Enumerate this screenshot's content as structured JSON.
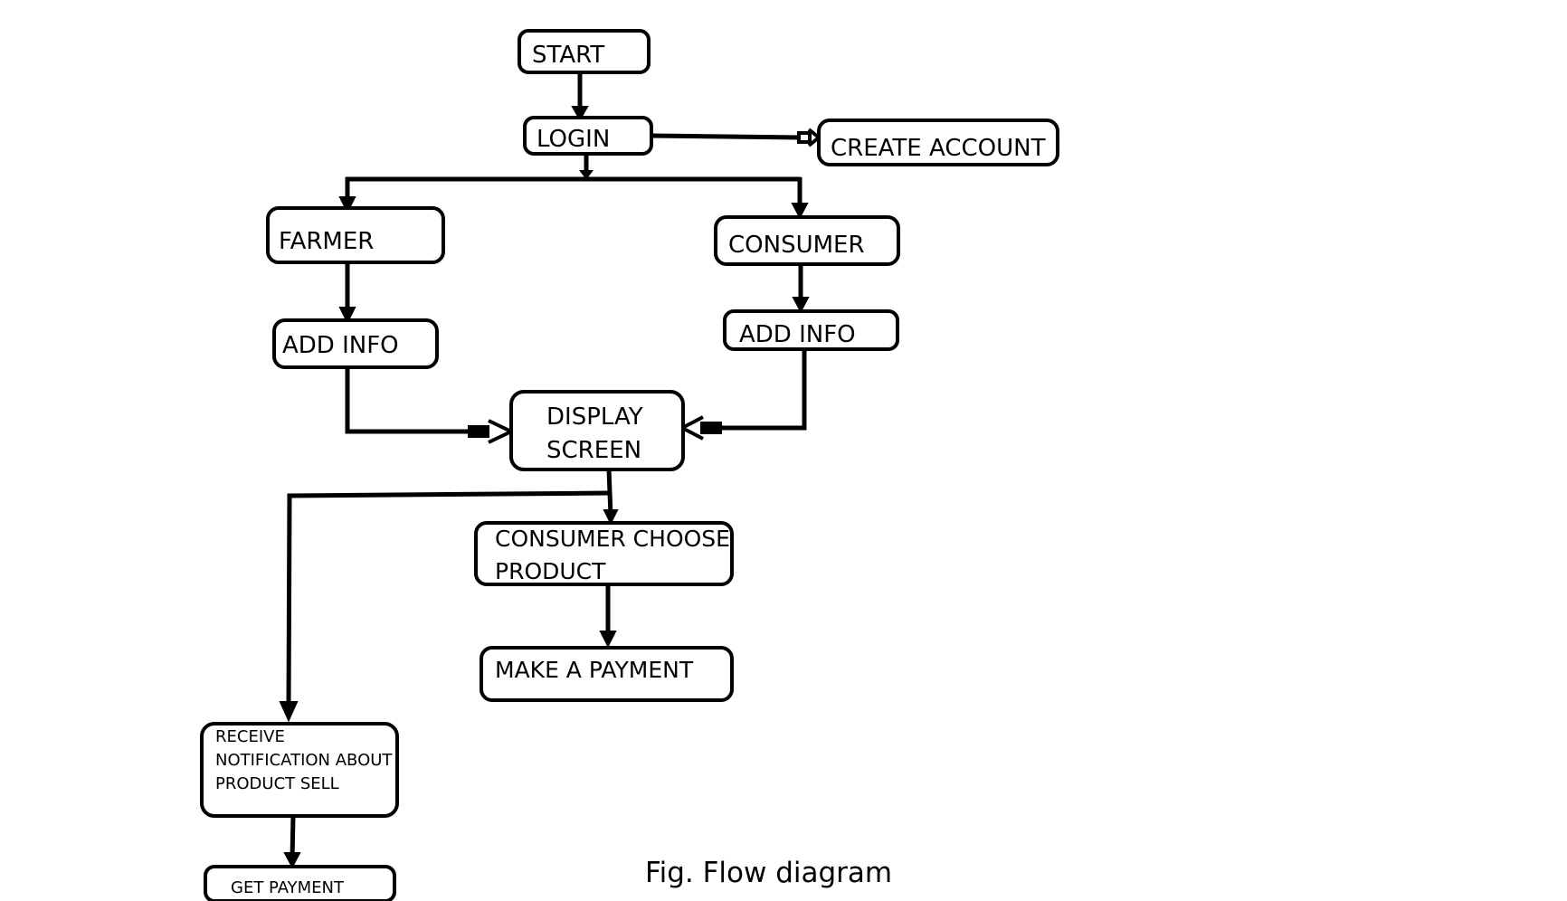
{
  "diagram": {
    "nodes": {
      "start": {
        "lines": [
          "START"
        ]
      },
      "login": {
        "lines": [
          "LOGIN"
        ]
      },
      "create_account": {
        "lines": [
          "CREATE ACCOUNT"
        ]
      },
      "farmer": {
        "lines": [
          "FARMER"
        ]
      },
      "consumer": {
        "lines": [
          "CONSUMER"
        ]
      },
      "farmer_add_info": {
        "lines": [
          "ADD INFO"
        ]
      },
      "consumer_add_info": {
        "lines": [
          "ADD INFO"
        ]
      },
      "display_screen": {
        "lines": [
          "DISPLAY",
          "SCREEN"
        ]
      },
      "consumer_choose_product": {
        "lines": [
          "CONSUMER CHOOSE",
          "PRODUCT"
        ]
      },
      "make_payment": {
        "lines": [
          "MAKE A PAYMENT"
        ]
      },
      "receive_notification": {
        "lines": [
          "RECEIVE",
          "NOTIFICATION ABOUT",
          "PRODUCT SELL"
        ]
      },
      "get_payment": {
        "lines": [
          "GET PAYMENT"
        ]
      }
    },
    "edges": [
      {
        "from": "start",
        "to": "login"
      },
      {
        "from": "login",
        "to": "create_account"
      },
      {
        "from": "login",
        "to": "farmer"
      },
      {
        "from": "login",
        "to": "consumer"
      },
      {
        "from": "farmer",
        "to": "farmer_add_info"
      },
      {
        "from": "consumer",
        "to": "consumer_add_info"
      },
      {
        "from": "farmer_add_info",
        "to": "display_screen"
      },
      {
        "from": "consumer_add_info",
        "to": "display_screen"
      },
      {
        "from": "display_screen",
        "to": "consumer_choose_product"
      },
      {
        "from": "display_screen",
        "to": "receive_notification"
      },
      {
        "from": "consumer_choose_product",
        "to": "make_payment"
      },
      {
        "from": "receive_notification",
        "to": "get_payment"
      }
    ],
    "caption": "Fig. Flow diagram"
  }
}
